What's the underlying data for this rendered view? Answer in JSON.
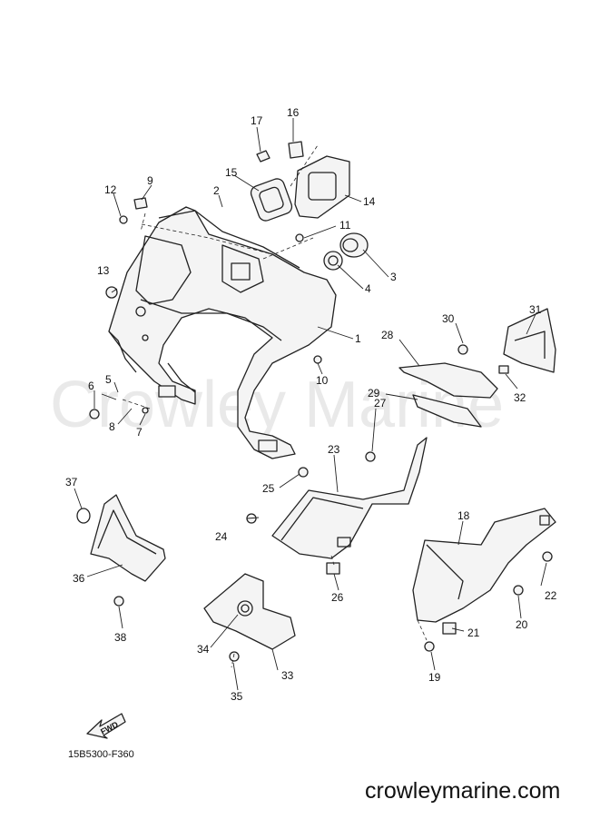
{
  "watermark": "Crowley Marine",
  "reference_code": "15B5300-F360",
  "site_url": "crowleymarine.com",
  "fwd_label": "FWD",
  "callouts": [
    {
      "num": "1"
    },
    {
      "num": "2"
    },
    {
      "num": "3"
    },
    {
      "num": "4"
    },
    {
      "num": "5"
    },
    {
      "num": "6"
    },
    {
      "num": "7"
    },
    {
      "num": "8"
    },
    {
      "num": "9"
    },
    {
      "num": "10"
    },
    {
      "num": "11"
    },
    {
      "num": "12"
    },
    {
      "num": "13"
    },
    {
      "num": "14"
    },
    {
      "num": "15"
    },
    {
      "num": "16"
    },
    {
      "num": "17"
    },
    {
      "num": "18"
    },
    {
      "num": "19"
    },
    {
      "num": "20"
    },
    {
      "num": "21"
    },
    {
      "num": "22"
    },
    {
      "num": "23"
    },
    {
      "num": "24"
    },
    {
      "num": "25"
    },
    {
      "num": "26"
    },
    {
      "num": "27"
    },
    {
      "num": "28"
    },
    {
      "num": "29"
    },
    {
      "num": "30"
    },
    {
      "num": "31"
    },
    {
      "num": "32"
    },
    {
      "num": "33"
    },
    {
      "num": "34"
    },
    {
      "num": "35"
    },
    {
      "num": "36"
    },
    {
      "num": "37"
    },
    {
      "num": "38"
    }
  ],
  "colors": {
    "line": "#222222",
    "watermark": "#e9e9e9",
    "background": "#ffffff"
  }
}
